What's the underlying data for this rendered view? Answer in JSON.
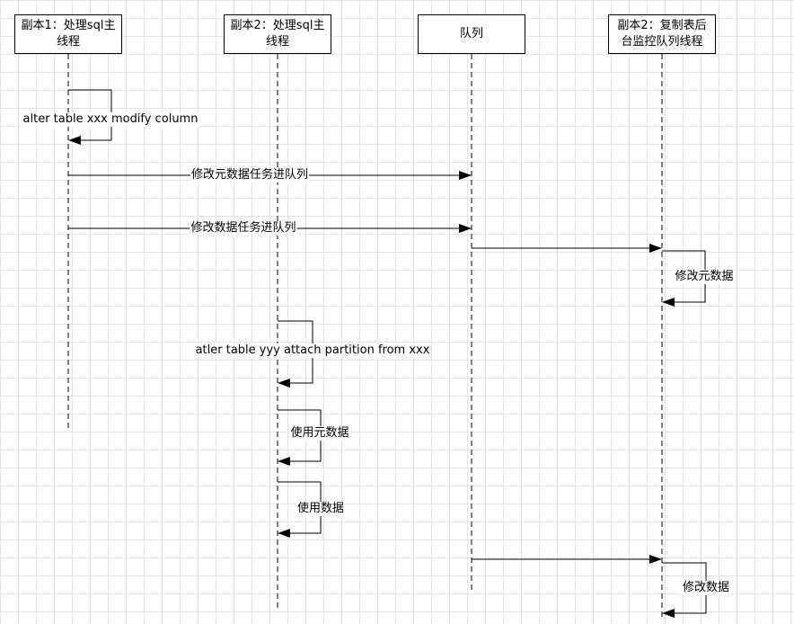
{
  "actors": [
    {
      "id": "r1-main",
      "label": "副本1：处理sql主线程"
    },
    {
      "id": "r2-main",
      "label": "副本2：处理sql主线程"
    },
    {
      "id": "queue",
      "label": "队列"
    },
    {
      "id": "r2-monitor",
      "label": "副本2：复制表后台监控队列线程"
    }
  ],
  "messages": {
    "alter_modify": "alter table xxx modify column",
    "enqueue_meta": "修改元数据任务进队列",
    "enqueue_data": "修改数据任务进队列",
    "modify_meta": "修改元数据",
    "attach_partition": "atler table yyy attach partition from xxx",
    "use_meta": "使用元数据",
    "use_data": "使用数据",
    "modify_data": "修改数据"
  }
}
